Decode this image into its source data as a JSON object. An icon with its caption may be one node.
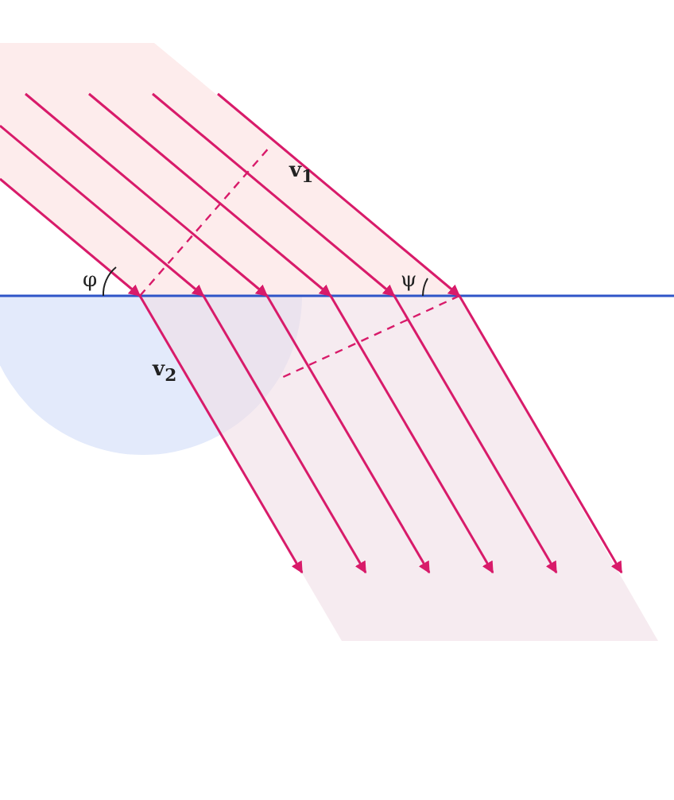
{
  "diagram": {
    "labels": [
      "v$_{1}$",
      "v$_{2}$",
      "φ",
      "ψ"
    ]
  }
}
